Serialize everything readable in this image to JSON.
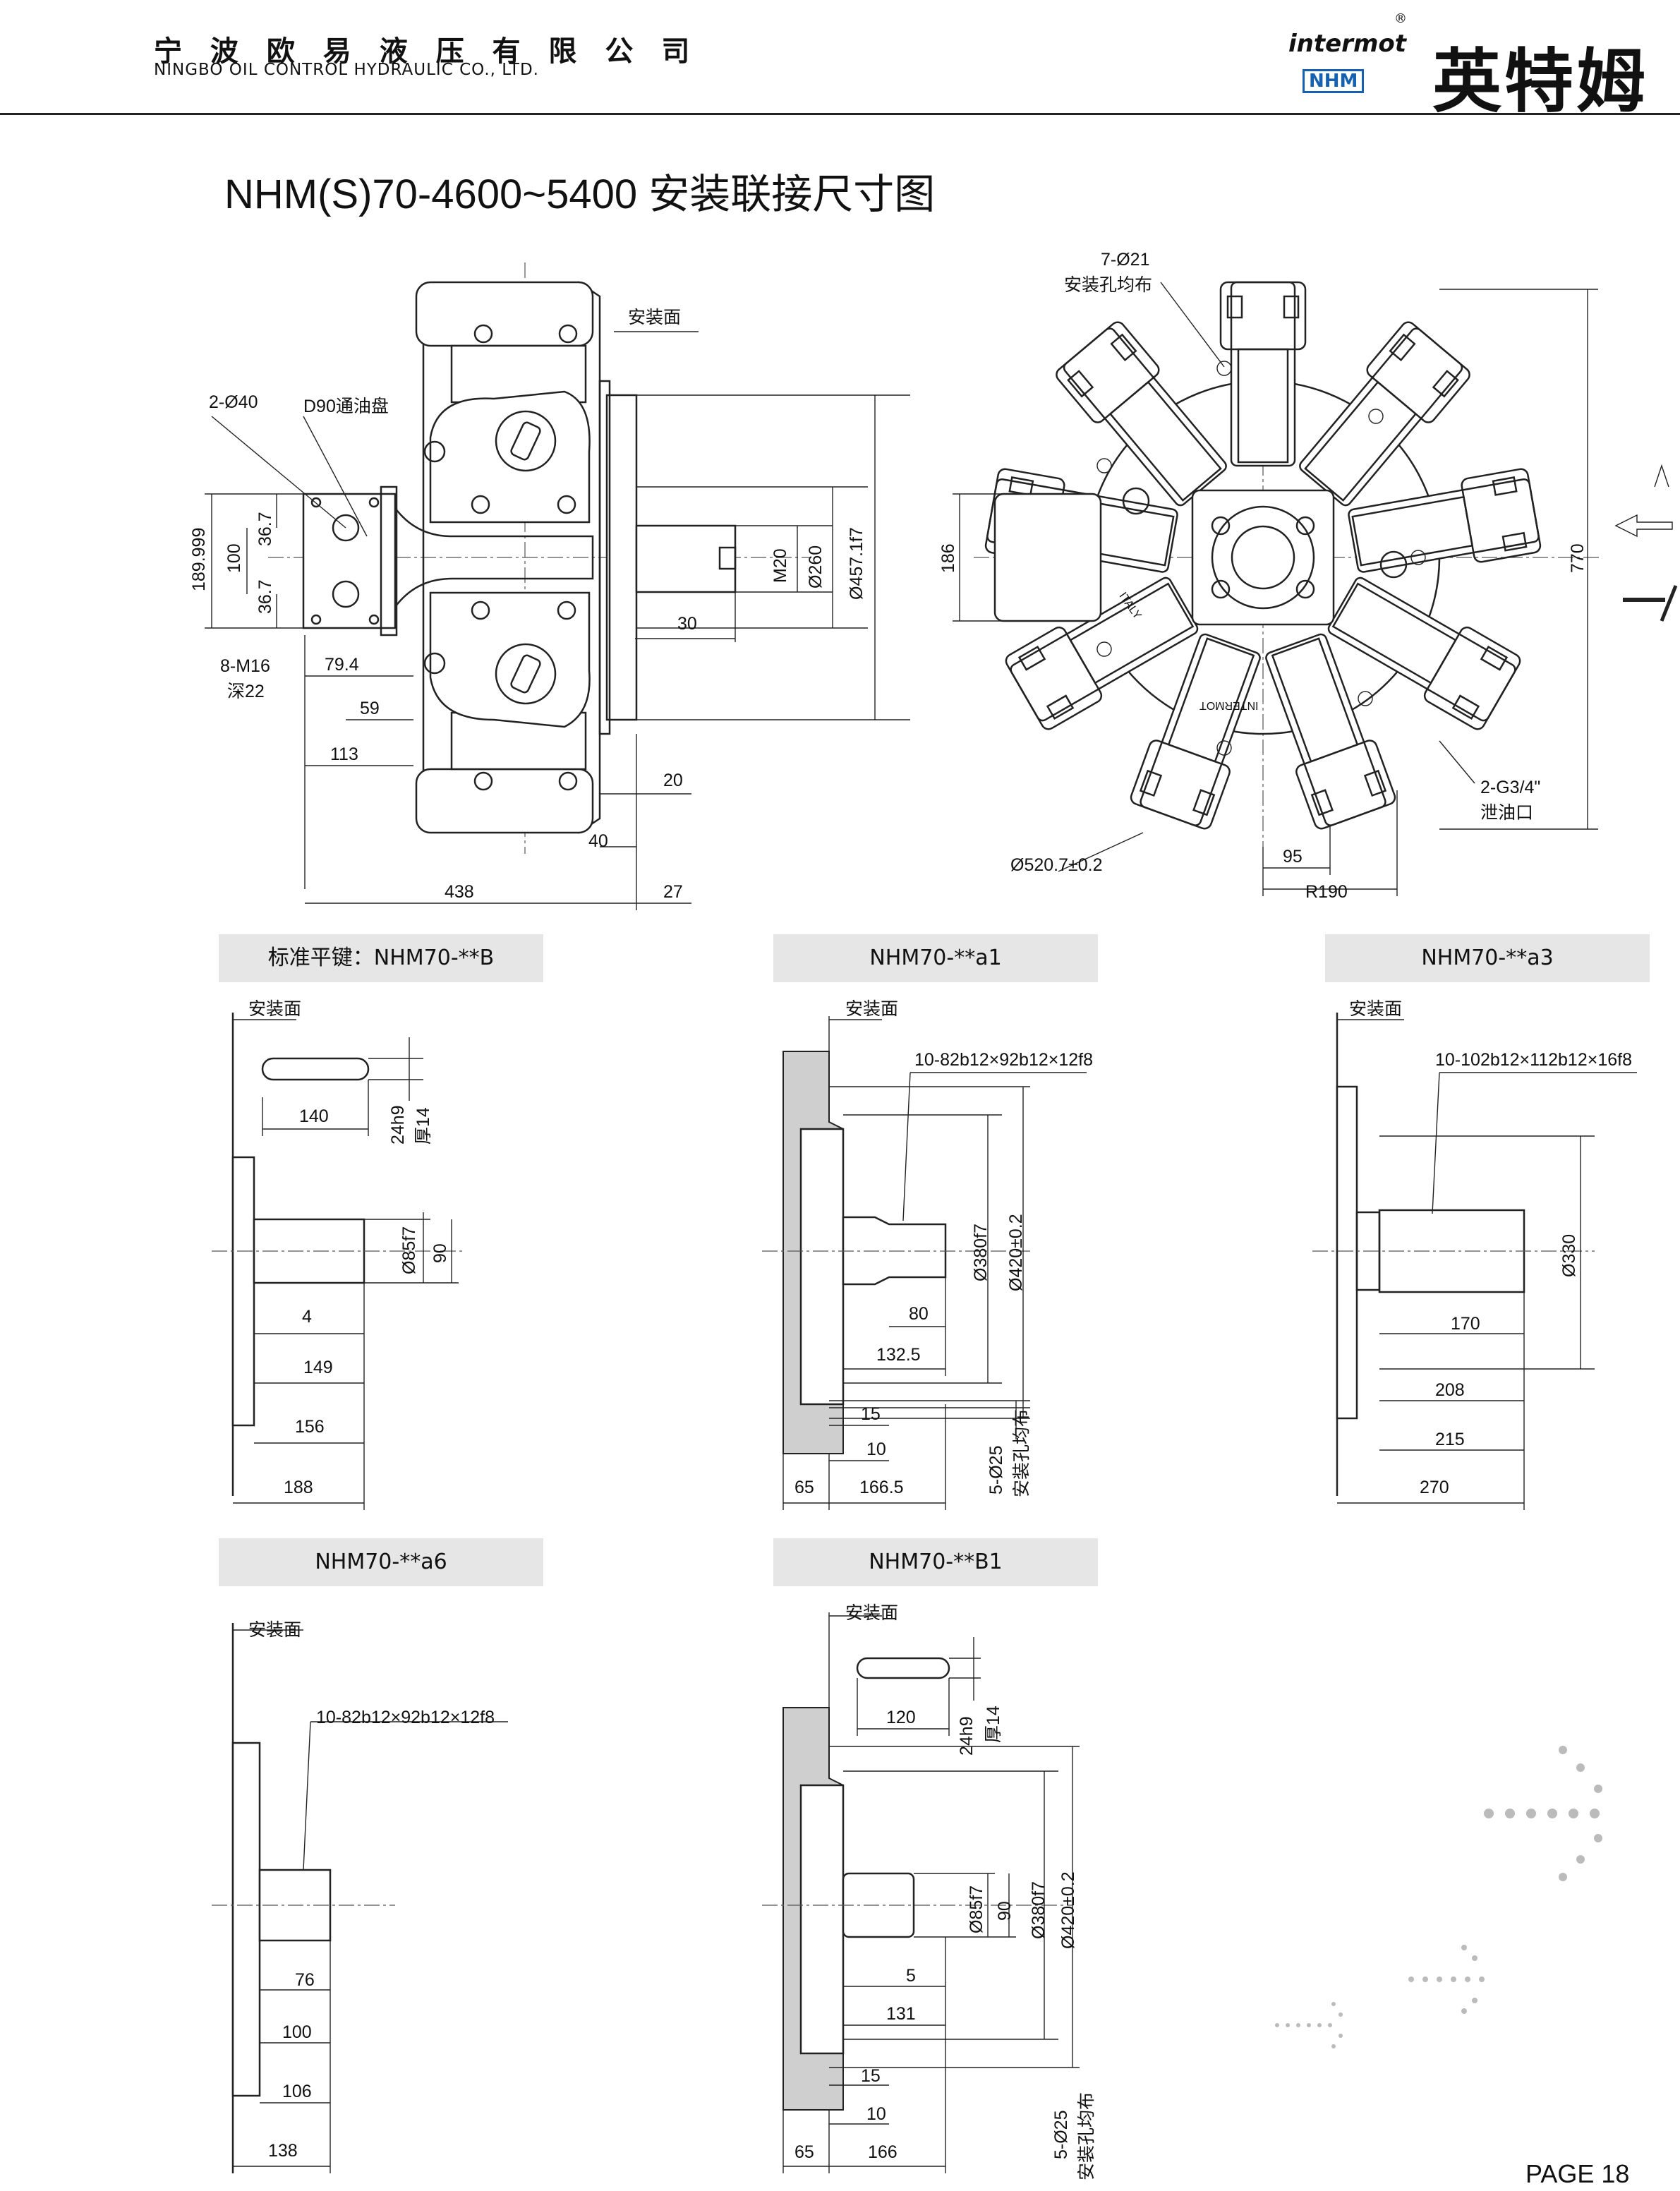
{
  "header": {
    "company_cn": "宁 波 欧 易 液 压 有 限 公 司",
    "company_en": "NINGBO OIL CONTROL HYDRAULIC CO., LTD.",
    "brand_en": "intermot",
    "brand_badge": "NHM",
    "brand_cn": "英特姆",
    "registered_mark": "®"
  },
  "title": "NHM(S)70-4600~5400  安装联接尺寸图",
  "main_side": {
    "labels": {
      "mount_face": "安装面",
      "holes_2": "2-Ø40",
      "oil_disc": "D90通油盘",
      "d_189": "189.999",
      "d_100": "100",
      "d_367a": "36.7",
      "d_367b": "36.7",
      "bolts": "8-M16",
      "depth": "深22",
      "d_794": "79.4",
      "d_59": "59",
      "d_113": "113",
      "d_30": "30",
      "d_20": "20",
      "d_40": "40",
      "d_438": "438",
      "d_27": "27",
      "m20": "M20",
      "d_260": "Ø260",
      "d_457": "Ø457.1f7"
    }
  },
  "main_front": {
    "labels": {
      "holes_7": "7-Ø21",
      "holes_note": "安装孔均布",
      "d_186": "186",
      "d_770": "770",
      "drain": "2-G3/4\"",
      "drain_note": "泄油口",
      "d_520": "Ø520.7±0.2",
      "d_95": "95",
      "r190": "R190",
      "italy": "ITALY",
      "intermot": "INTERMOT"
    }
  },
  "sections": {
    "B": {
      "header": "标准平键：NHM70-**B",
      "labels": {
        "mount_face": "安装面",
        "d_140": "140",
        "key": "24h9",
        "key_t": "厚14",
        "d_85": "Ø85f7",
        "d_90": "90",
        "d_4": "4",
        "d_149": "149",
        "d_156": "156",
        "d_188": "188"
      }
    },
    "a1": {
      "header": "NHM70-**a1",
      "labels": {
        "mount_face": "安装面",
        "spline": "10-82b12×92b12×12f8",
        "d_380": "Ø380f7",
        "d_420": "Ø420±0.2",
        "d_80": "80",
        "d_1325": "132.5",
        "d_15": "15",
        "d_10": "10",
        "d_65": "65",
        "d_1665": "166.5",
        "holes": "5-Ø25",
        "holes_note": "安装孔均布"
      }
    },
    "a3": {
      "header": "NHM70-**a3",
      "labels": {
        "mount_face": "安装面",
        "spline": "10-102b12×112b12×16f8",
        "d_330": "Ø330",
        "d_170": "170",
        "d_208": "208",
        "d_215": "215",
        "d_270": "270"
      }
    },
    "a6": {
      "header": "NHM70-**a6",
      "labels": {
        "mount_face": "安装面",
        "spline": "10-82b12×92b12×12f8",
        "d_76": "76",
        "d_100": "100",
        "d_106": "106",
        "d_138": "138"
      }
    },
    "B1": {
      "header": "NHM70-**B1",
      "labels": {
        "mount_face": "安装面",
        "d_120": "120",
        "key": "24h9",
        "key_t": "厚14",
        "d_85": "Ø85f7",
        "d_90": "90",
        "d_380": "Ø380f7",
        "d_420": "Ø420±0.2",
        "d_5": "5",
        "d_131": "131",
        "d_15": "15",
        "d_10": "10",
        "d_65": "65",
        "d_166": "166",
        "holes": "5-Ø25",
        "holes_note": "安装孔均布"
      }
    }
  },
  "footer": {
    "page": "PAGE 18"
  },
  "colors": {
    "brand_blue": "#1560b0",
    "section_bg": "#e6e6e6"
  }
}
